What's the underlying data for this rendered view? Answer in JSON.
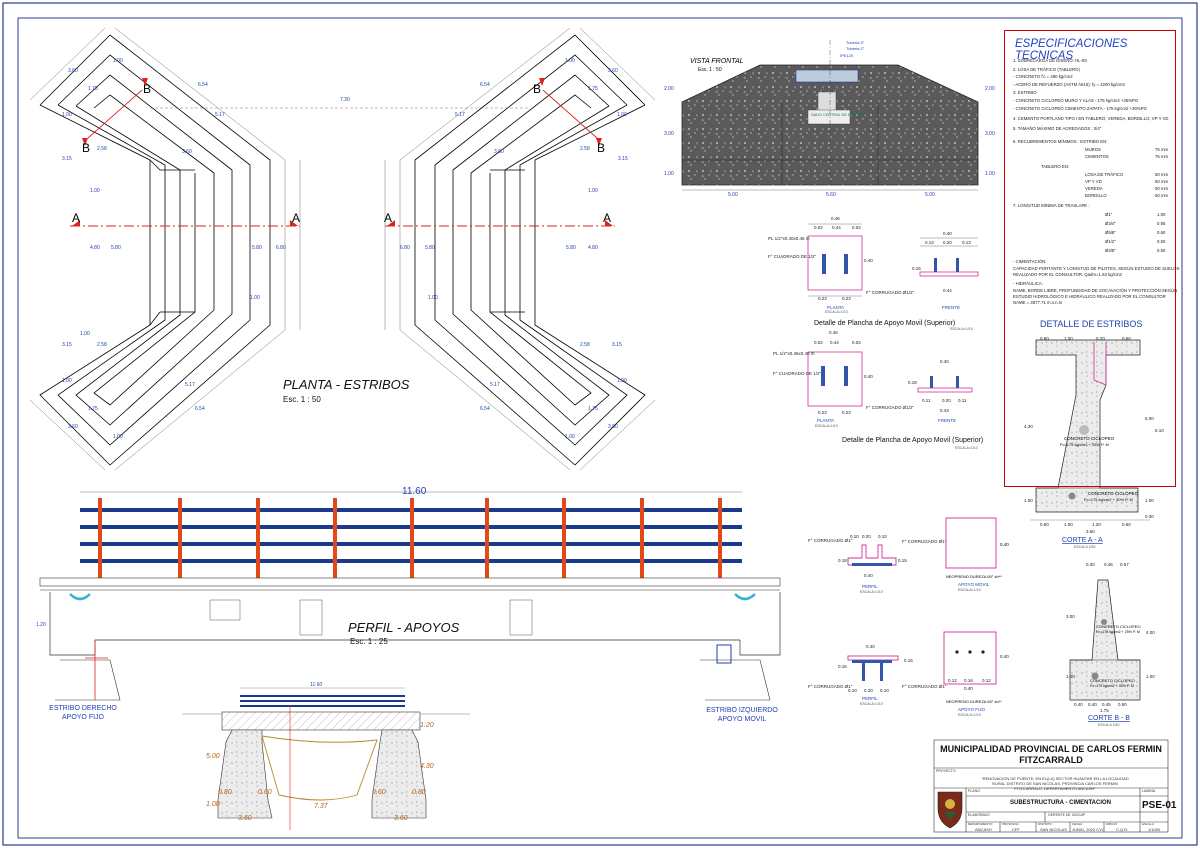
{
  "plan": {
    "title": "PLANTA - ESTRIBOS",
    "scale": "Esc. 1 : 50",
    "section_a": "A",
    "section_b": "B",
    "dims": [
      "1.00",
      "3.60",
      "1.75",
      "6.54",
      "7.30",
      "1.00",
      "2.58",
      "3.60",
      "5.17",
      "3.15",
      "4.80",
      "5.80",
      "1.00",
      "6.80"
    ]
  },
  "front_view": {
    "title": "VISTA FRONTAL",
    "scale": "Esc. 1 : 50",
    "label_center": "DADO CENTRAL DE ESTRIBO",
    "labels_top": [
      "Tuberia 3\"",
      "Tuberia 2\"",
      "IPE120"
    ],
    "dims_bottom": [
      "5.00",
      "5.60",
      "5.00"
    ],
    "dims_side": [
      "2.00",
      "3.00",
      "1.00"
    ]
  },
  "plate_top": {
    "title": "Detalle de Plancha de Apoyo Movil (Superior)",
    "plan_label": "PLANTA",
    "front_label": "FRENTE",
    "escala": "ESCALA=1/10",
    "dims": [
      "0.46",
      "0.02",
      "0.44",
      "0.02",
      "0.40",
      "0.23",
      "0.23",
      "0.13",
      "0.20",
      "0.13",
      "0.16",
      "0.44"
    ],
    "notes": [
      "PL 1/2\"x0.40x0.46 m",
      "F° CUADRADO DE 1/2\"",
      "F° CORRUGADO Ø1/2\""
    ]
  },
  "plate_bottom": {
    "title": "Detalle de Plancha de Apoyo Movil (Superior)",
    "plan_label": "PLANTA",
    "front_label": "FRENTE",
    "escala": "ESCALA=1/10",
    "dims": [
      "0.46",
      "0.02",
      "0.44",
      "0.02",
      "0.40",
      "0.23",
      "0.23",
      "0.11",
      "0.20",
      "0.11",
      "0.18",
      "0.43"
    ],
    "notes": [
      "PL 1/2\"x0.46x0.40 m",
      "F° CUADRADO DE 1/2\"",
      "F° CORRUGADO Ø1/2\""
    ]
  },
  "specs": {
    "title": "ESPECIFICACIONES TECNICAS",
    "lines": [
      "1. SOBRECARGA DE DISEÑO: HL-93",
      "2. LOSA DE TRÁFICO (TABLERO)",
      "- CONCRETO f'c = 280 kg/cm2",
      "- ACERO DE REFUERZO (ASTM A615): fy = 4200 kg/cm2",
      "3. ESTRIBO",
      "- CONCRETO CICLOPEO MURO Y ALAS - 175 kg/cm2 +25%PG",
      "- CONCRETO CICLOPEO CIMIENTO ZAPATA - 175 kg/cm2 +30%PG",
      "4. CEMENTO PORTLAND TIPO I EN TABLERO, VEREDA, BORDILLO, VP Y VD",
      "5. TAMAÑO MÁXIMO DE AGREGADOS : 3/4\"",
      "6.     RECUBRIMIENTOS MÍNIMOS :   ESTRIBO EN:",
      "TABLERO EN:",
      "7. LONGITUD MÍNIMA DE TRASLAPE :",
      "- CIMENTACIÓN:",
      "CAPACIDAD PORTANTE Y LONGITUD DE PILOTES, SEGÚN ESTUDIO DE SUELOS",
      "REALIZADO POR EL CONSULTOR. Qadm=1.63 kg/cm2",
      "- HIDRÁULICA:",
      "NAME, BORDE LIBRE, PROFUNDIDAD DE SOCAVACIÓN Y PROTECCIÓN SEGÚN",
      "ESTUDIO HIDROLÓGICO E HIDRÁULICO REALIZADO POR EL CONSULTOR",
      "NAME = 3877.71 m.s.n.m"
    ],
    "cover": [
      [
        "MUROS",
        "75 mm"
      ],
      [
        "CIMIENTOS",
        "75 mm"
      ],
      [
        "LOSA DE TRÁFICO",
        "50 mm"
      ],
      [
        "VP Y VD",
        "50 mm"
      ],
      [
        "VEREDA",
        "50 mm"
      ],
      [
        "BORDILLO",
        "50 mm"
      ]
    ],
    "lap": [
      [
        "Ø1\"",
        "1.00"
      ],
      [
        "Ø3/4\"",
        "0.85"
      ],
      [
        "Ø5/8\"",
        "0.60"
      ],
      [
        "Ø1/2\"",
        "0.50"
      ],
      [
        "Ø3/8\"",
        "0.50"
      ]
    ]
  },
  "estribos": {
    "title": "DETALLE DE ESTRIBOS",
    "corte_a": "CORTE A - A",
    "corte_b": "CORTE B - B",
    "escala": "ESCALA 1/50",
    "concrete_1": "CONCRETO CICLOPEO",
    "concrete_1b": "Fc=175 kg/cm2 + 25% P. M",
    "concrete_2": "CONCRETO CICLOPEO",
    "concrete_2b": "Fc=175 kg/cm2 + 30% P. M",
    "dims_a_top": [
      "0.60",
      "1.00",
      "0.20",
      "0.60"
    ],
    "dims_a_bottom": [
      "0.60",
      "1.00",
      "1.20",
      "0.60"
    ],
    "dims_a_total": "3.60",
    "dims_a_side": [
      "4.30",
      "5.00",
      "6.10",
      "1.00",
      "0.30"
    ],
    "dims_b_top": [
      "0.30",
      "0.45",
      "0.57"
    ],
    "dims_b_bottom": [
      "0.40",
      "0.40",
      "0.45",
      "0.50"
    ],
    "dims_b_total": "1.75",
    "dims_b_side": [
      "3.00",
      "4.00",
      "1.00"
    ]
  },
  "profile": {
    "title": "PERFIL - APOYOS",
    "scale": "Esc. 1 : 25",
    "length": "11.60",
    "left_label": "ESTRIBO DERECHO APOYO FIJO",
    "right_label": "ESTRIBO IZQUIERDO APOYO MOVIL",
    "level": "1.20"
  },
  "elevation": {
    "top": "11.60",
    "dims": [
      "1.20",
      "5.00",
      "4.30",
      "0.80",
      "0.60",
      "0.60",
      "0.80",
      "1.00",
      "7.37",
      "3.60",
      "3.60"
    ]
  },
  "neoprene": {
    "perfil_label": "PERFIL",
    "apoyo_movil": "APOYO MOVIL",
    "apoyo_fijo": "APOYO FIJO",
    "neo_label": "NEOPRENO DUREZA 60° sh**",
    "escala": "ESCALA=1/10",
    "dims_1": [
      "0.10",
      "0.20",
      "0.10",
      "0.40",
      "0.18",
      "0.15"
    ],
    "dims_2": [
      "0.40",
      "0.10",
      "0.20",
      "0.10",
      "0.16",
      "0.15"
    ],
    "dims_3": [
      "0.40",
      "0.12",
      "0.16",
      "0.12",
      "0.40"
    ],
    "corrugado": "F° CORRUGADO Ø1\""
  },
  "title_block": {
    "owner": "MUNICIPALIDAD PROVINCIAL DE CARLOS FERMIN FITZCARRALD",
    "project_label": "PROYECTO",
    "project": "\"RENOVACION DE PUENTE; EN EL(LA) SECTOR HUANTAR EN LA LOCALIDAD RURAL DISTRITO DE SAN NICOLAS, PROVINCIA CARLOS FERMIN FITZCARRALD, DEPARTAMENTO ANCASH\"",
    "plano_label": "PLANO",
    "plano": "SUBESTRUCTURA - CIMENTACION",
    "lamina_label": "LAMINA",
    "sheet_code": "PSE-01",
    "elaborado": "ELABORADO",
    "gerente": "GERENTE DE GDCUIP",
    "cells": [
      [
        "DEPARTAMENTO",
        "ANCASH"
      ],
      [
        "PROVINCIA",
        "CFF"
      ],
      [
        "DISTRITO",
        "SAN NICOLAS"
      ],
      [
        "FECHA",
        "JUNIO, 2023 CVI"
      ],
      [
        "DIBUJO",
        "C.Q.R."
      ],
      [
        "ESCALA",
        "1/1000"
      ]
    ]
  },
  "colors": {
    "border": "#2b3a8f",
    "blue": "#1f3fb0",
    "red": "#d22",
    "rail": "#1c3a8c",
    "post": "#e04a1a",
    "magenta": "#d0309a"
  }
}
